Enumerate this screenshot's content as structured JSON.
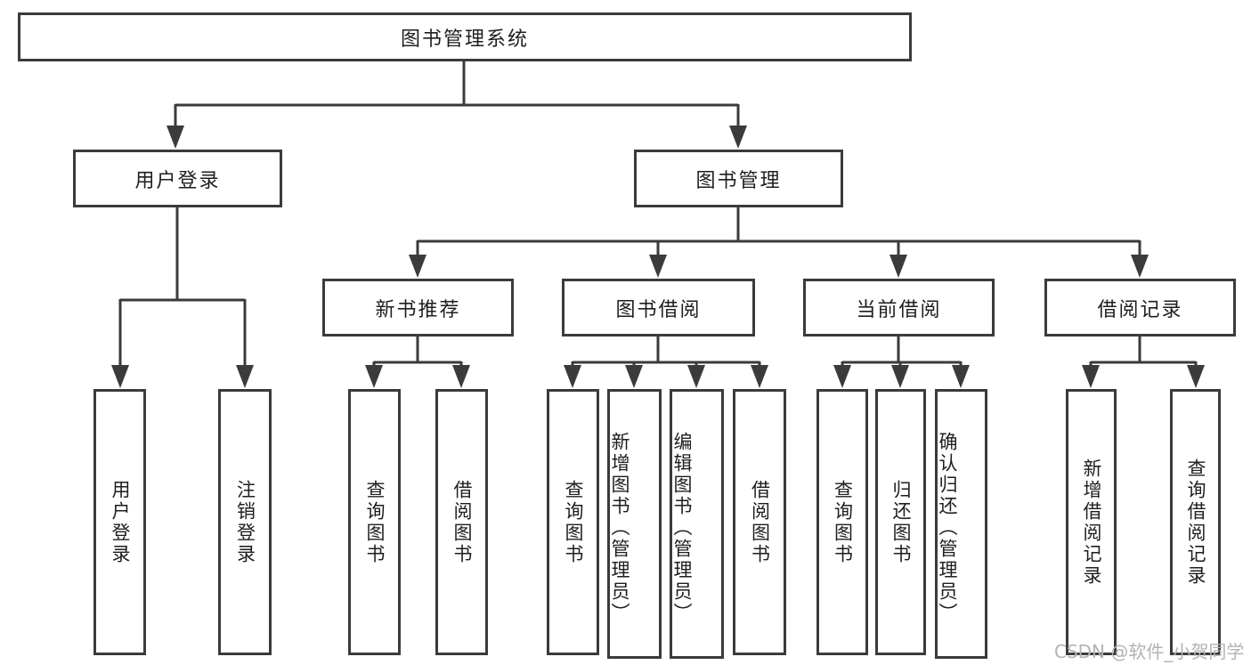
{
  "diagram": {
    "title": "图书管理系统",
    "tree": {
      "root": {
        "label": "图书管理系统"
      },
      "branches": [
        {
          "label": "用户登录",
          "children": [
            {
              "label": "用户登录"
            },
            {
              "label": "注销登录"
            }
          ]
        },
        {
          "label": "图书管理",
          "children": [
            {
              "label": "新书推荐",
              "children": [
                {
                  "label": "查询图书"
                },
                {
                  "label": "借阅图书"
                }
              ]
            },
            {
              "label": "图书借阅",
              "children": [
                {
                  "label": "查询图书"
                },
                {
                  "label": "新增图书（管理员）"
                },
                {
                  "label": "编辑图书（管理员）"
                },
                {
                  "label": "借阅图书"
                }
              ]
            },
            {
              "label": "当前借阅",
              "children": [
                {
                  "label": "查询图书"
                },
                {
                  "label": "归还图书"
                },
                {
                  "label": "确认归还（管理员）"
                }
              ]
            },
            {
              "label": "借阅记录",
              "children": [
                {
                  "label": "新增借阅记录"
                },
                {
                  "label": "查询借阅记录"
                }
              ]
            }
          ]
        }
      ]
    },
    "watermark": "CSDN @软件_小贺同学",
    "colors": {
      "line": "#3b3b3b",
      "text": "#1e1e1e",
      "watermark": "#b3b3b3",
      "background": "#ffffff"
    }
  }
}
